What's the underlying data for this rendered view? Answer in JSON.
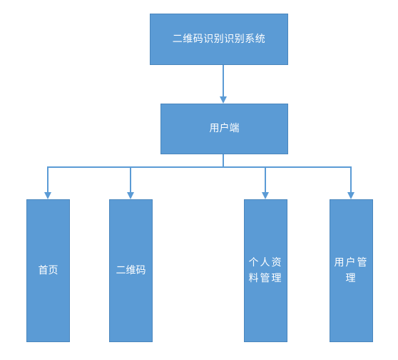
{
  "diagram": {
    "root": {
      "label": "二维码识别识别系统"
    },
    "user_end": {
      "label": "用户端"
    },
    "children": [
      {
        "label": "首页"
      },
      {
        "label": "二维码"
      },
      {
        "label": "个人资料管理"
      },
      {
        "label": "用户管理"
      }
    ]
  },
  "colors": {
    "node_fill": "#5b9bd5",
    "node_border": "#4a86bd",
    "connector": "#5b9bd5",
    "text": "#ffffff"
  }
}
